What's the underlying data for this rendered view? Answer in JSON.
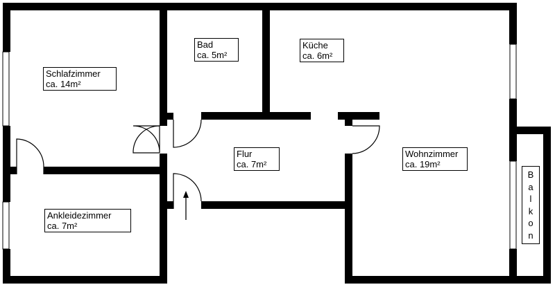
{
  "title": "Grundriss Wohnung",
  "colors": {
    "wall": "#000000",
    "background": "#ffffff"
  },
  "rooms": [
    {
      "id": "schlafzimmer",
      "name": "Schlafzimmer",
      "area": "ca. 14m²"
    },
    {
      "id": "bad",
      "name": "Bad",
      "area": "ca. 5m²"
    },
    {
      "id": "kueche",
      "name": "Küche",
      "area": "ca. 6m²"
    },
    {
      "id": "flur",
      "name": "Flur",
      "area": "ca. 7m²"
    },
    {
      "id": "wohnzimmer",
      "name": "Wohnzimmer",
      "area": "ca. 19m²"
    },
    {
      "id": "ankleidezimmer",
      "name": "Ankleidezimmer",
      "area": "ca. 7m²"
    }
  ],
  "balcony": {
    "name": "Balkon",
    "letters": [
      "B",
      "a",
      "l",
      "k",
      "o",
      "n"
    ]
  },
  "entrance": {
    "icon": "entrance-arrow-icon"
  }
}
